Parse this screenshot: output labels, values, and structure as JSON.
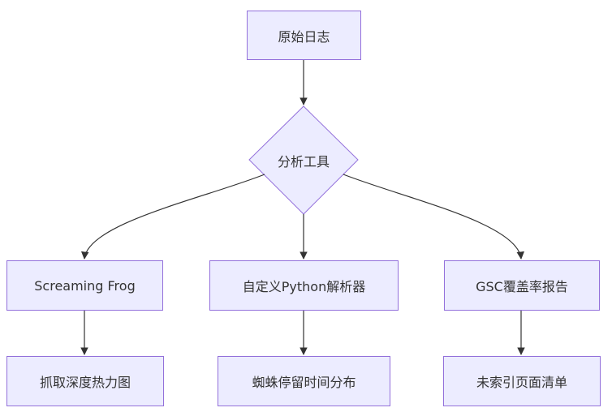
{
  "diagram": {
    "type": "flowchart",
    "nodes": {
      "raw_logs": "原始日志",
      "analysis_tool": "分析工具",
      "screaming_frog": "Screaming Frog",
      "python_parser": "自定义Python解析器",
      "gsc_report": "GSC覆盖率报告",
      "crawl_heatmap": "抓取深度热力图",
      "spider_dwell": "蜘蛛停留时间分布",
      "unindexed_list": "未索引页面清单"
    },
    "edges": [
      [
        "raw_logs",
        "analysis_tool"
      ],
      [
        "analysis_tool",
        "screaming_frog"
      ],
      [
        "analysis_tool",
        "python_parser"
      ],
      [
        "analysis_tool",
        "gsc_report"
      ],
      [
        "screaming_frog",
        "crawl_heatmap"
      ],
      [
        "python_parser",
        "spider_dwell"
      ],
      [
        "gsc_report",
        "unindexed_list"
      ]
    ],
    "colors": {
      "node_fill": "#ECECFF",
      "node_border": "#9370DB",
      "edge": "#333333",
      "text": "#333333"
    }
  }
}
